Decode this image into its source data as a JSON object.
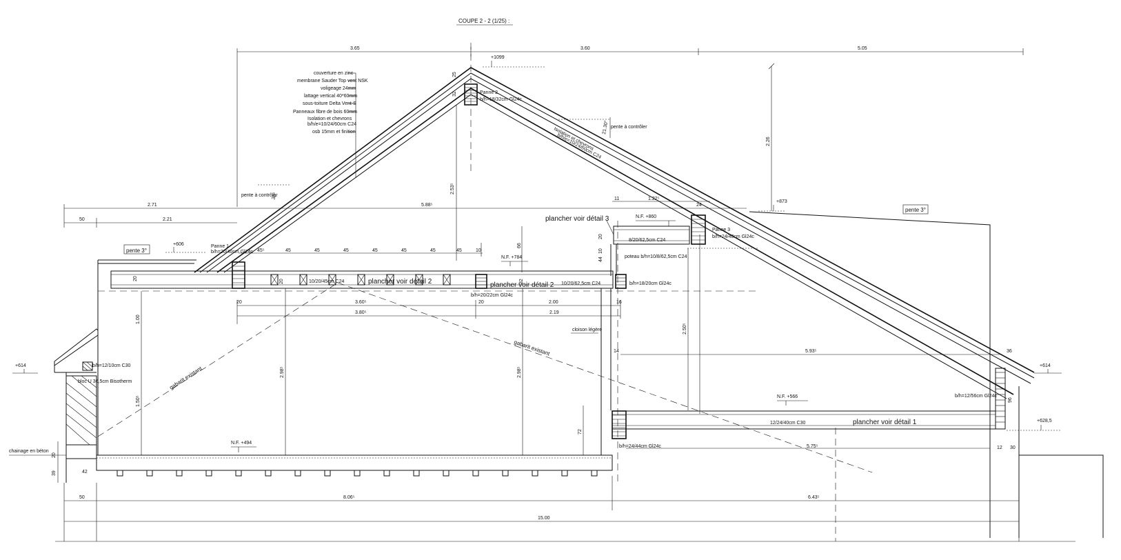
{
  "title": "COUPE 2 - 2  (1/25) :",
  "top_dims": {
    "d1": "3.65",
    "d2": "3.60",
    "d3": "5.05"
  },
  "levels": {
    "ridge": "+1099",
    "nf860": "N.F. +860",
    "top873": "+873",
    "nf784": "N.F. +784",
    "eave_left": "+606",
    "left_ext": "+614",
    "right_ext": "+614",
    "nf566": "N.F. +566",
    "r628": "+628,5",
    "nf494": "N.F. +494"
  },
  "layers": [
    "couverture en zinc",
    "membrane Sauder Top vent NSK",
    "voligeage 24mm",
    "lattage vertical 40*60mm",
    "sous-toiture Delta Vent-S",
    "Panneaux fibre de bois 60mm",
    "Isolation et chevrons",
    "b/h/e=10/24/60cm  C24",
    "osb 15mm et finition"
  ],
  "labels": {
    "panne2": "Panne 2",
    "panne2_spec": "b/h=18/32cm Gl24c",
    "panne1": "Panne 1",
    "panne1_spec": "b/h=20/40cm Gl24c",
    "panne3": "Panne 3",
    "panne3_spec": "b/h=24/48cm Gl24c",
    "pente_left": "pente 3°",
    "pente_right": "pente 3°",
    "pente_ctrl_left": "pente à contrôler",
    "pente_ctrl_right": "pente à contrôler",
    "angle_left": "38°",
    "angle_right": "21.30°",
    "iso_right_1": "Isolation et chevrons",
    "iso_right_2": "b/h/e=10/24/60cm  C24",
    "plancher3": "plancher voir détail 3",
    "plancher2a": "plancher voir détail 2",
    "plancher2b": "plancher voir détail 2",
    "plancher1": "plancher voir détail 1",
    "solive_a": "10/20/45cm  C24",
    "solive_b": "10/20/62,5cm  C24",
    "solive_c": "8/20/62,5cm  C24",
    "poteau": "poteau b/h=10/8/62,5cm  C24",
    "beam_a": "b/h=20/22cm  Gl24c",
    "beam_b": "b/h=18/20cm Gl24c",
    "beam_c": "b/h=24/44cm  Gl24c",
    "beam_d": "b/h=12/56cm  Gl24c",
    "solive_d": "12/24/40cm  C30",
    "cloison": "cloison légère",
    "gabarit_left": "gabarit existant",
    "gabarit_mid": "gabarit existant",
    "lintel": "b/h=12/10cm  C30",
    "bloc": "bloc U 36,5cm Bisotherm",
    "chainage": "chainage en béton"
  },
  "dims": {
    "h271": "2.71",
    "h221": "2.21",
    "h588": "5.88⁵",
    "h50": "50",
    "h122": "1.22⁵",
    "h11": "11",
    "h24a": "24",
    "h226": "2.26",
    "h45": "45",
    "h10a": "10",
    "h455": "45⁵",
    "h360": "3.60⁵",
    "h200": "2.00",
    "h380": "3.80⁵",
    "h219": "2.19",
    "h20a": "20",
    "h20b": "20",
    "h16": "16",
    "v253": "2.53⁵",
    "v298a": "2.98⁵",
    "v298b": "2.98⁵",
    "v150": "1.50⁵",
    "v100": "1.00",
    "v250": "2.50⁵",
    "v72": "72",
    "v96": "96",
    "v66": "66",
    "v44": "44",
    "v20": "20",
    "v32": "32",
    "v25": "25",
    "h593": "5.93⁵",
    "h36": "36",
    "h14": "14",
    "h575": "5.75⁵",
    "h12": "12",
    "h30": "30",
    "h42": "42",
    "v39": "39",
    "v20b": "20",
    "b50": "50",
    "b806": "8.06⁵",
    "b643": "6.43⁵",
    "b1500": "15.00"
  }
}
